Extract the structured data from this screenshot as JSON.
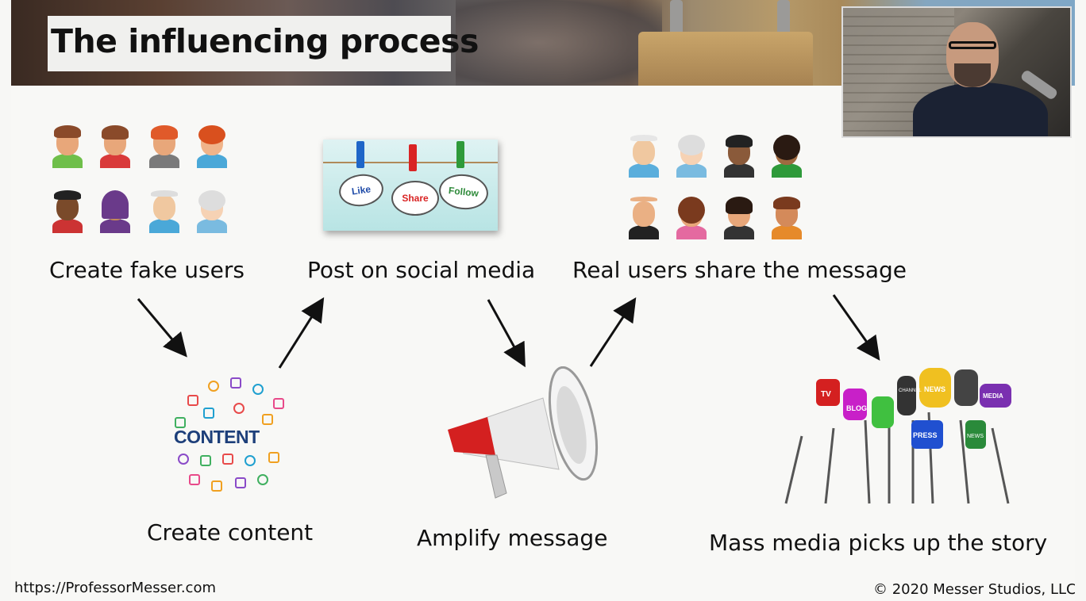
{
  "slide": {
    "title": "The influencing process",
    "steps": [
      {
        "label": "Create fake users",
        "icon": "fake-users-avatars"
      },
      {
        "label": "Create content",
        "icon": "content-cloud"
      },
      {
        "label": "Post on social media",
        "icon": "social-like-share-follow"
      },
      {
        "label": "Amplify message",
        "icon": "megaphone"
      },
      {
        "label": "Real users share the message",
        "icon": "real-users-avatars"
      },
      {
        "label": "Mass media picks up the story",
        "icon": "press-microphones"
      }
    ],
    "social_bubbles": [
      "Like",
      "Share",
      "Follow"
    ],
    "content_word": "CONTENT",
    "mic_flags": [
      "TV",
      "BLOG",
      "NEWS",
      "MEDIA",
      "PRESS",
      "CHANNEL",
      "NEWS"
    ]
  },
  "footer": {
    "url": "https://ProfessorMesser.com",
    "copyright": "© 2020 Messer Studios, LLC"
  },
  "colors": {
    "background": "#f8f8f6",
    "text": "#111111",
    "title_box": "#f0f0ee",
    "arrow": "#111111"
  }
}
